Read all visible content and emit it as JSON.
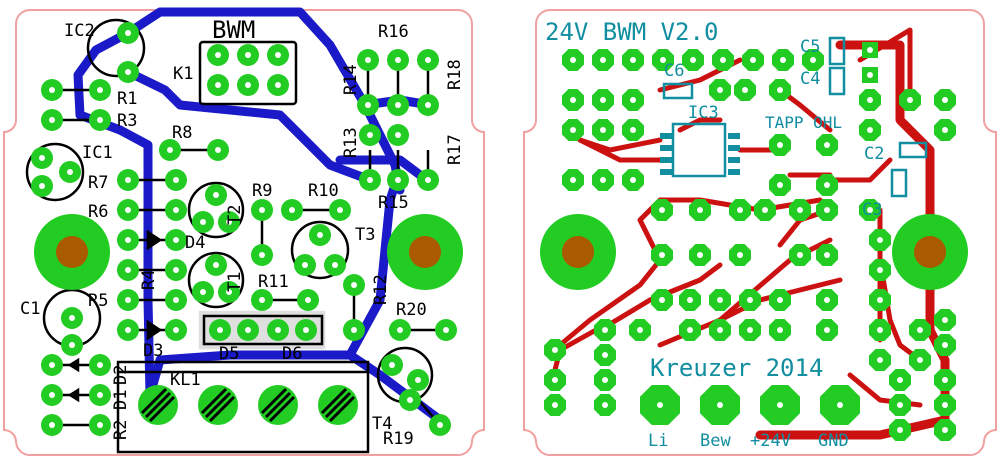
{
  "colors": {
    "outline": "#f0a0a0",
    "pad": "#22cc22",
    "drill": "#aa5a00",
    "silk": "#000000",
    "top_trace": "#1111cc",
    "bottom_trace": "#cc1111",
    "bottom_silk": "#118ea0"
  },
  "top_board": {
    "title": "BWM",
    "labels": {
      "ic2": "IC2",
      "k1": "K1",
      "r1": "R1",
      "r3": "R3",
      "ic1": "IC1",
      "r7": "R7",
      "r6": "R6",
      "d4": "D4",
      "r4": "R4",
      "r5": "R5",
      "c1": "C1",
      "d3": "D3",
      "d2": "D2",
      "d1": "D1",
      "r2": "R2",
      "r8": "R8",
      "r9": "R9",
      "r10": "R10",
      "t2": "T2",
      "t1": "T1",
      "r11": "R11",
      "d5": "D5",
      "d6": "D6",
      "kl1": "KL1",
      "r16": "R16",
      "r14": "R14",
      "r13": "R13",
      "r18": "R18",
      "r17": "R17",
      "r15": "R15",
      "t3": "T3",
      "r12": "R12",
      "r20": "R20",
      "t4": "T4",
      "r19": "R19"
    }
  },
  "bottom_board": {
    "title": "24V BWM V2.0",
    "labels": {
      "c6": "C6",
      "ic3": "IC3",
      "c5": "C5",
      "c4": "C4",
      "tapp": "TAPP OHL",
      "c2": "C2",
      "c3": "C3",
      "credit": "Kreuzer 2014",
      "li": "Li",
      "bew": "Bew",
      "v24": "+24V",
      "gnd": "GND"
    }
  }
}
